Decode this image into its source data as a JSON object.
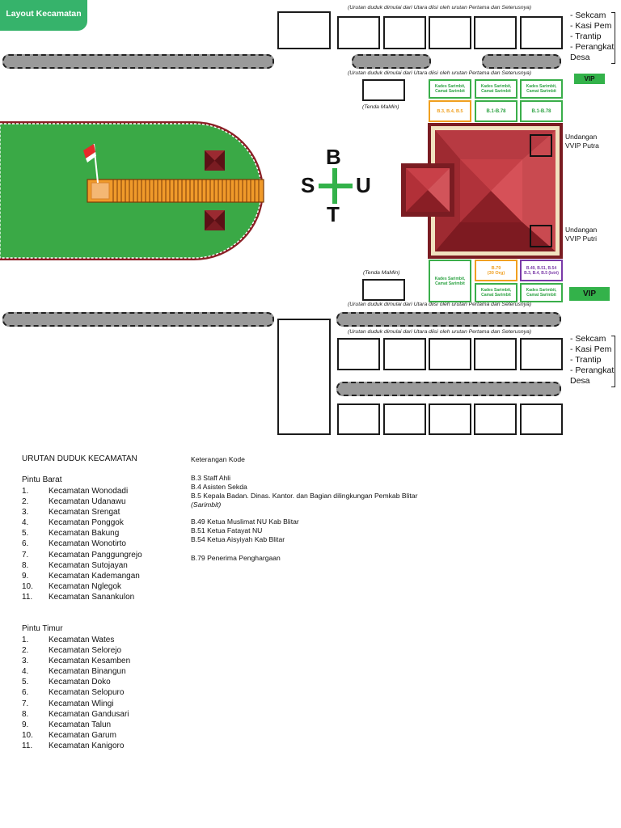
{
  "header": {
    "title": "Layout Kecamatan"
  },
  "colors": {
    "green": "#33b24a",
    "field": "#3aa946",
    "building": "#b73a42",
    "orange": "#f0a020",
    "purple": "#7a3aa8"
  },
  "layout": {
    "note": "(Urutan duduk dimulai dari Utara diisi oleh urutan Pertama dan Seterusnya)",
    "side_roles": [
      "- Sekcam",
      "- Kasi Pem",
      "- Trantip",
      "- Perangkat",
      "Desa"
    ],
    "tenda_mamin": "(Tenda MaMin)",
    "vip_label": "VIP",
    "compass": {
      "north": "B",
      "south": "T",
      "west": "S",
      "east": "U"
    },
    "undangan_putra": [
      "Undangan",
      "VVIP Putra"
    ],
    "undangan_putri": [
      "Undangan",
      "VVIP Putri"
    ],
    "kades": [
      "Kades Sarimbit,",
      "Camat Sarimbit"
    ],
    "code_orange_top": "B.3, B.4, B.5",
    "code_b1_b78": "B.1-B.78",
    "code_b79": [
      "B.79",
      "(30 Org)"
    ],
    "code_purple": [
      "B.49, B.51, B.54",
      "B.3, B.4, B.5 (Istri)"
    ]
  },
  "legend": {
    "title": "URUTAN DUDUK KECAMATAN",
    "barat_title": "Pintu Barat",
    "barat": [
      {
        "n": "1.",
        "t": "Kecamatan Wonodadi"
      },
      {
        "n": "2.",
        "t": "Kecamatan Udanawu"
      },
      {
        "n": "3.",
        "t": "Kecamatan Srengat"
      },
      {
        "n": "4.",
        "t": "Kecamatan Ponggok"
      },
      {
        "n": "5.",
        "t": "Kecamatan Bakung"
      },
      {
        "n": "6.",
        "t": "Kecamatan Wonotirto"
      },
      {
        "n": "7.",
        "t": "Kecamatan Panggungrejo"
      },
      {
        "n": "8.",
        "t": "Kecamatan Sutojayan"
      },
      {
        "n": "9.",
        "t": "Kecamatan Kademangan"
      },
      {
        "n": "10.",
        "t": "Kecamatan Nglegok"
      },
      {
        "n": "11.",
        "t": "Kecamatan Sanankulon"
      }
    ],
    "timur_title": "Pintu Timur",
    "timur": [
      {
        "n": "1.",
        "t": "Kecamatan Wates"
      },
      {
        "n": "2.",
        "t": "Kecamatan Selorejo"
      },
      {
        "n": "3.",
        "t": "Kecamatan Kesamben"
      },
      {
        "n": "4.",
        "t": "Kecamatan Binangun"
      },
      {
        "n": "5.",
        "t": "Kecamatan Doko"
      },
      {
        "n": "6.",
        "t": "Kecamatan Selopuro"
      },
      {
        "n": "7.",
        "t": "Kecamatan Wlingi"
      },
      {
        "n": "8.",
        "t": "Kecamatan Gandusari"
      },
      {
        "n": "9.",
        "t": "Kecamatan Talun"
      },
      {
        "n": "10.",
        "t": "Kecamatan Garum"
      },
      {
        "n": "11.",
        "t": "Kecamatan Kanigoro"
      }
    ]
  },
  "keterangan": {
    "title": "Keterangan Kode",
    "lines": [
      "B.3 Staff Ahli",
      "B.4 Asisten Sekda",
      "B.5 Kepala Badan. Dinas. Kantor. dan Bagian dilingkungan Pemkab Blitar",
      "(Sarimbit)",
      "B.49 Ketua Muslimat NU Kab Blitar",
      "B.51 Ketua Fatayat NU",
      "B.54 Ketua Aisyiyah Kab Blitar",
      "B.79 Penerima Penghargaan"
    ]
  }
}
